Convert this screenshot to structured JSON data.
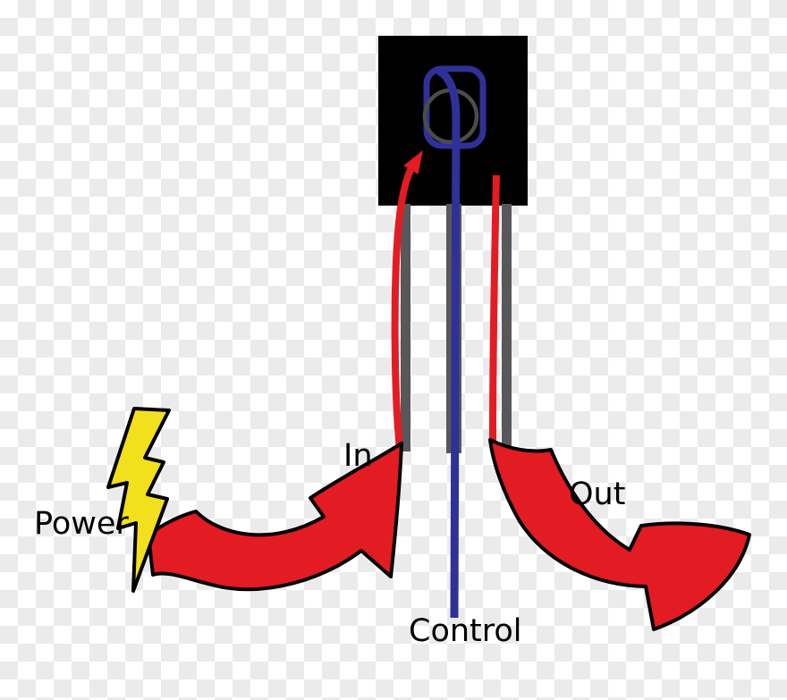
{
  "diagram": {
    "labels": {
      "power": "Power",
      "in": "In",
      "out": "Out",
      "control": "Control"
    }
  },
  "colors": {
    "red": "#e31b23",
    "yellow": "#f2e01c",
    "blue": "#303099",
    "legGray": "#58585a",
    "bodyBlack": "#000000",
    "circleGray": "#4c4c48",
    "outline": "#000000",
    "text": "#000000",
    "checkerLight": "#ffffff",
    "checkerDark": "#ebebeb"
  }
}
